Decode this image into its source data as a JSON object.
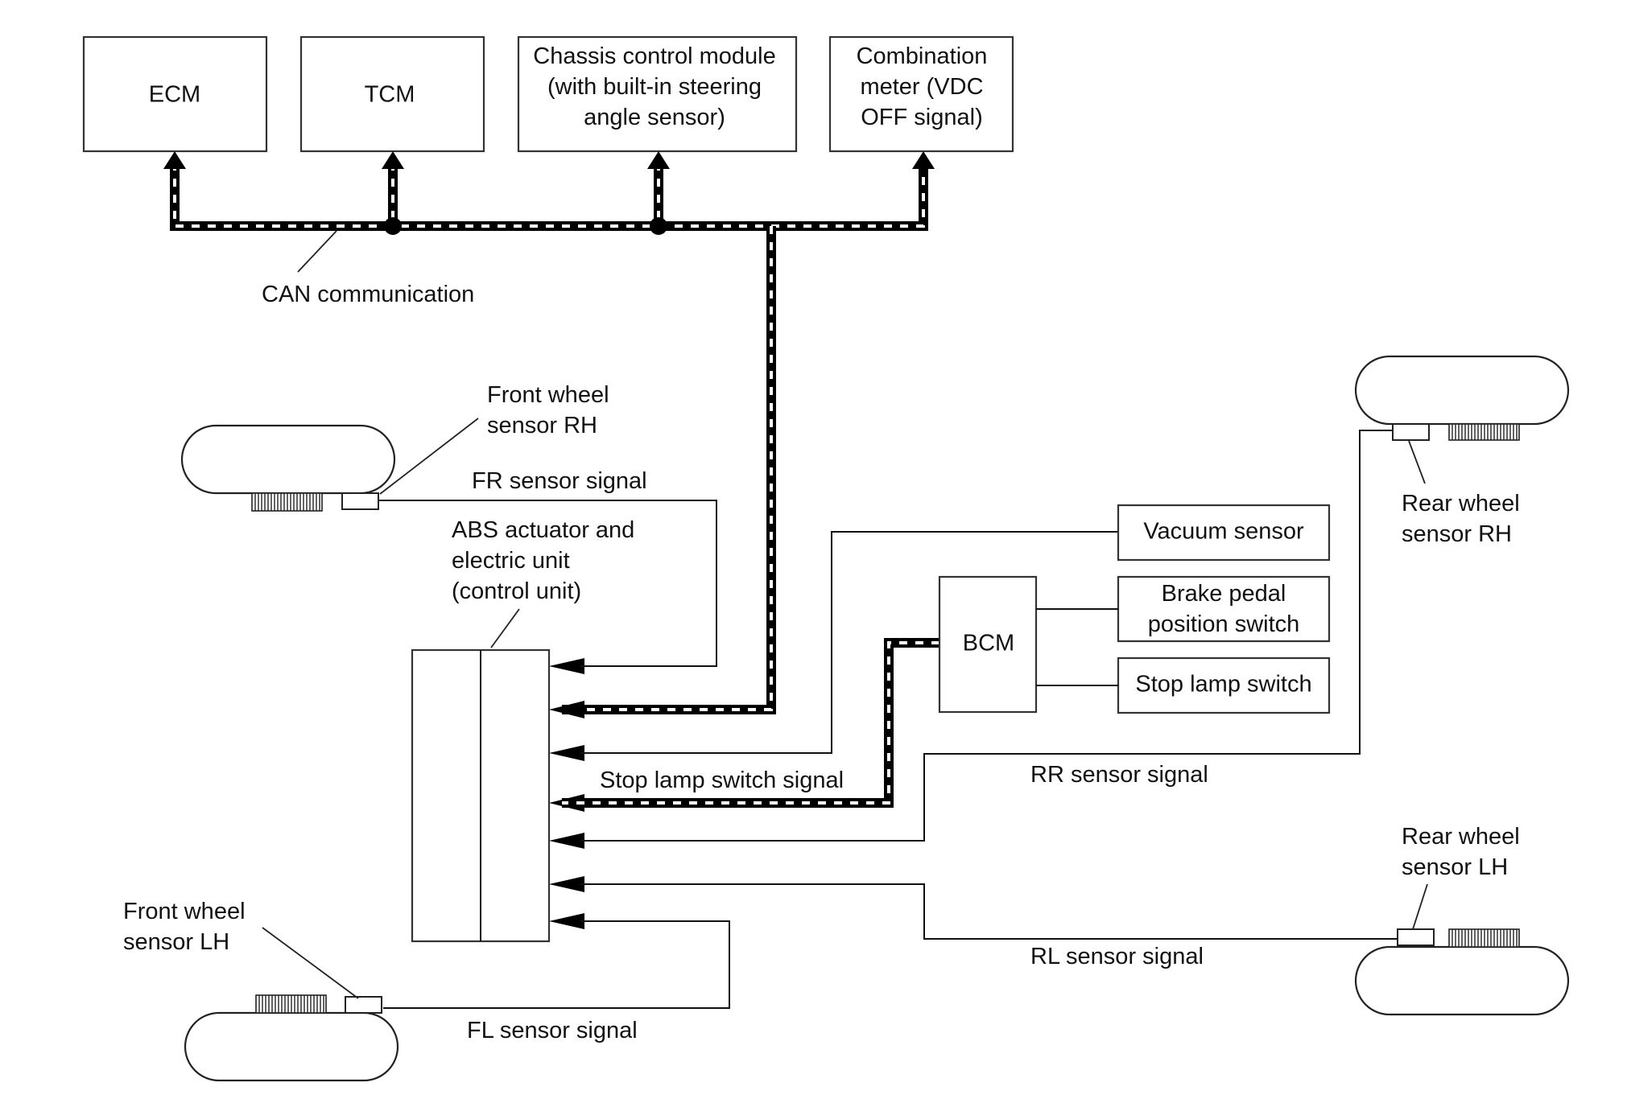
{
  "modules": {
    "ecm": [
      "ECM"
    ],
    "tcm": [
      "TCM"
    ],
    "chassis": [
      "Chassis control module",
      "(with built-in steering",
      "angle sensor)"
    ],
    "meter": [
      "Combination",
      "meter (VDC",
      "OFF signal)"
    ],
    "bcm": [
      "BCM"
    ],
    "vacuum": [
      "Vacuum sensor"
    ],
    "brake_pedal": [
      "Brake pedal",
      "position switch"
    ],
    "stop_lamp": [
      "Stop lamp switch"
    ]
  },
  "labels": {
    "can": [
      "CAN communication"
    ],
    "abs": [
      "ABS actuator and",
      "electric unit",
      "(control unit)"
    ],
    "fr_sensor_name": [
      "Front wheel",
      "sensor RH"
    ],
    "fl_sensor_name": [
      "Front wheel",
      "sensor LH"
    ],
    "rr_sensor_name": [
      "Rear wheel",
      "sensor RH"
    ],
    "rl_sensor_name": [
      "Rear wheel",
      "sensor LH"
    ]
  },
  "signals": {
    "fr": "FR sensor signal",
    "fl": "FL sensor signal",
    "rr": "RR sensor signal",
    "rl": "RL sensor signal",
    "stop_lamp": "Stop lamp switch signal"
  }
}
